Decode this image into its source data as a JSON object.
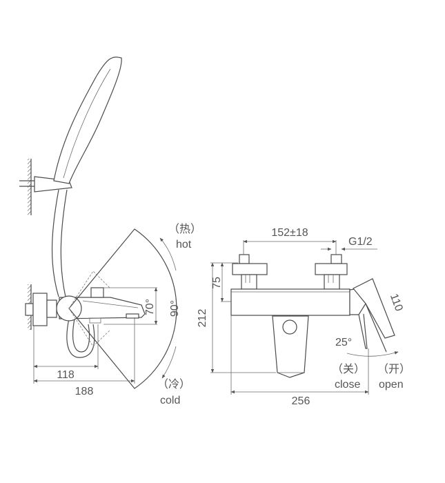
{
  "side_view": {
    "dim_118": "118",
    "dim_188": "188",
    "angle_70": "70°",
    "angle_90": "90°",
    "hot_cn": "（热）",
    "hot_en": "hot",
    "cold_cn": "（冷）",
    "cold_en": "cold"
  },
  "front_view": {
    "dim_212": "212",
    "dim_75": "75",
    "dim_152": "152±18",
    "thread": "G1/2",
    "dim_110": "110",
    "angle_25": "25°",
    "dim_256": "256",
    "close_cn": "（关）",
    "close_en": "close",
    "open_cn": "（开）",
    "open_en": "open"
  },
  "colors": {
    "line": "#4a4a4a",
    "text": "#555555",
    "background": "#ffffff"
  }
}
